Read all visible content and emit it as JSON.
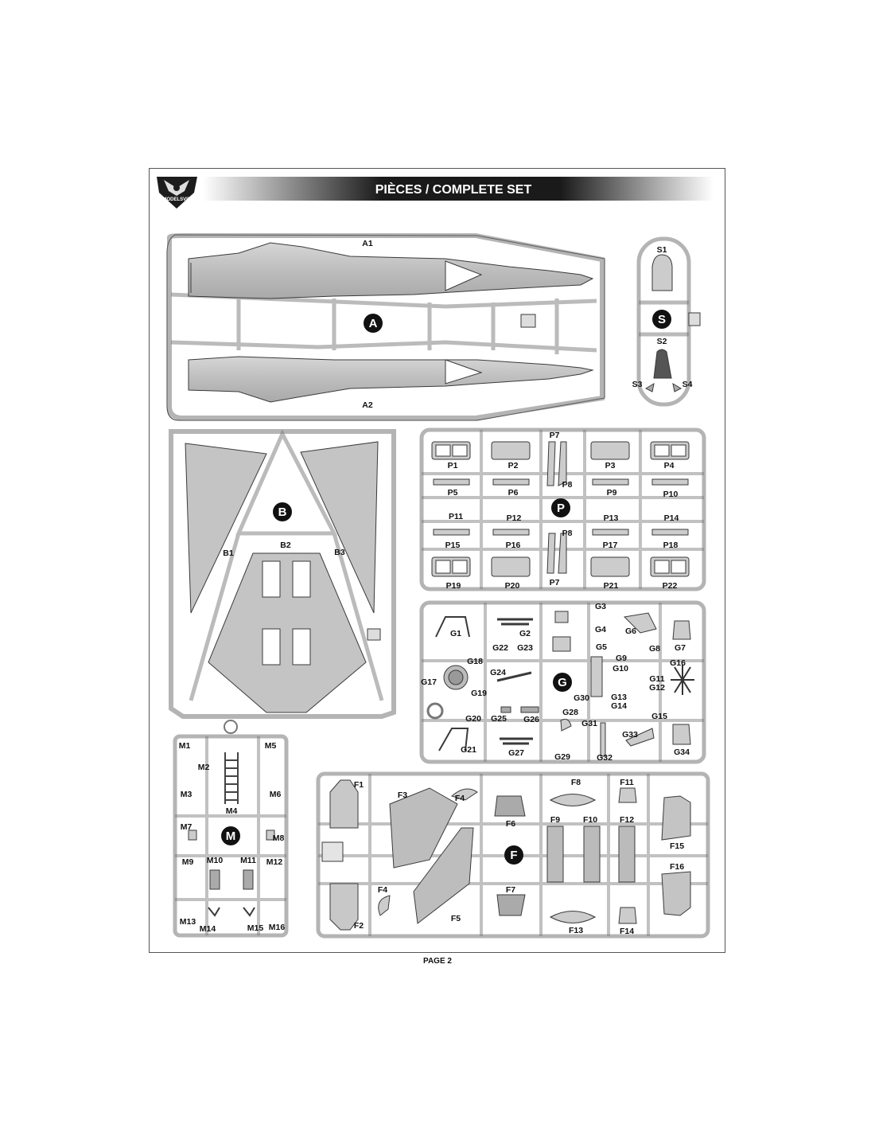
{
  "header": {
    "brand": "MODELSVIT",
    "title": "PIÈCES / COMPLETE SET"
  },
  "sprues": {
    "A": {
      "letter": "A",
      "parts": [
        "A1",
        "A2"
      ]
    },
    "S": {
      "letter": "S",
      "parts": [
        "S1",
        "S2",
        "S3",
        "S4"
      ]
    },
    "B": {
      "letter": "B",
      "parts": [
        "B1",
        "B2",
        "B3"
      ]
    },
    "P": {
      "letter": "P",
      "parts": [
        "P1",
        "P2",
        "P3",
        "P4",
        "P5",
        "P6",
        "P7",
        "P8",
        "P9",
        "P10",
        "P11",
        "P12",
        "P13",
        "P14",
        "P15",
        "P16",
        "P17",
        "P18",
        "P19",
        "P20",
        "P21",
        "P22",
        "P8",
        "P7"
      ]
    },
    "G": {
      "letter": "G",
      "parts": [
        "G1",
        "G2",
        "G3",
        "G4",
        "G5",
        "G6",
        "G7",
        "G8",
        "G9",
        "G10",
        "G11",
        "G12",
        "G13",
        "G14",
        "G15",
        "G16",
        "G17",
        "G18",
        "G19",
        "G20",
        "G21",
        "G22",
        "G23",
        "G24",
        "G25",
        "G26",
        "G27",
        "G28",
        "G29",
        "G30",
        "G31",
        "G32",
        "G33",
        "G34"
      ]
    },
    "M": {
      "letter": "M",
      "parts": [
        "M1",
        "M2",
        "M3",
        "M4",
        "M5",
        "M6",
        "M7",
        "M8",
        "M9",
        "M10",
        "M11",
        "M12",
        "M13",
        "M14",
        "M15",
        "M16"
      ]
    },
    "F": {
      "letter": "F",
      "parts": [
        "F1",
        "F2",
        "F3",
        "F4",
        "F5",
        "F6",
        "F7",
        "F8",
        "F9",
        "F10",
        "F11",
        "F12",
        "F13",
        "F14",
        "F15",
        "F16",
        "F4"
      ]
    }
  },
  "footer": {
    "page": "PAGE 2"
  },
  "colors": {
    "runner": "#e4e4e4",
    "part": "#c4c4c4",
    "outline": "#3a3a3a",
    "badge": "#111111"
  }
}
